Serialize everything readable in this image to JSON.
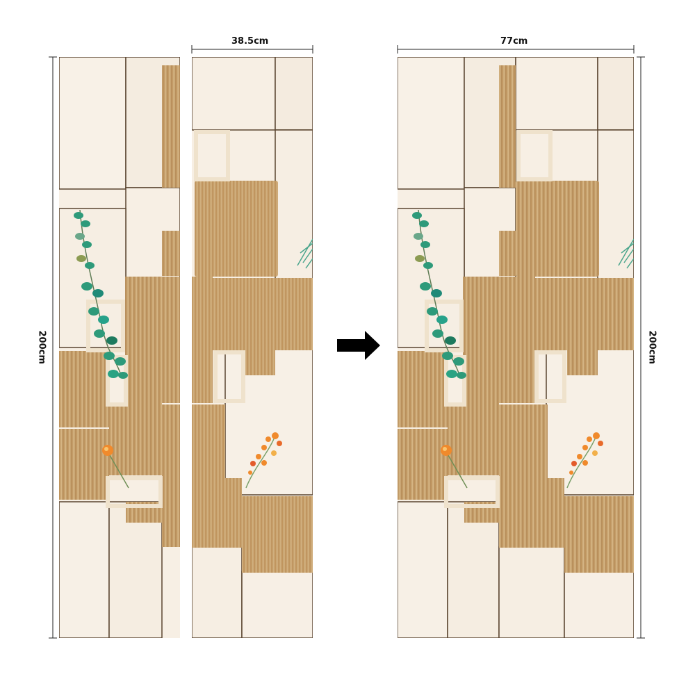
{
  "dimensions": {
    "split_width": "38.5cm",
    "full_width": "77cm",
    "height_left": "200cm",
    "height_right": "200cm"
  },
  "colors": {
    "background": "#ffffff",
    "cream": "#f7efe4",
    "cream_shade": "#ece0cf",
    "wood_light": "#d8b888",
    "wood_mid": "#c29a63",
    "wood_dark": "#9b7442",
    "leaf_green": "#2e9a7a",
    "flower_orange": "#f08a2c",
    "arrow": "#000000",
    "dimension_line": "#222222"
  },
  "icons": {
    "arrow": "right-arrow-icon"
  }
}
